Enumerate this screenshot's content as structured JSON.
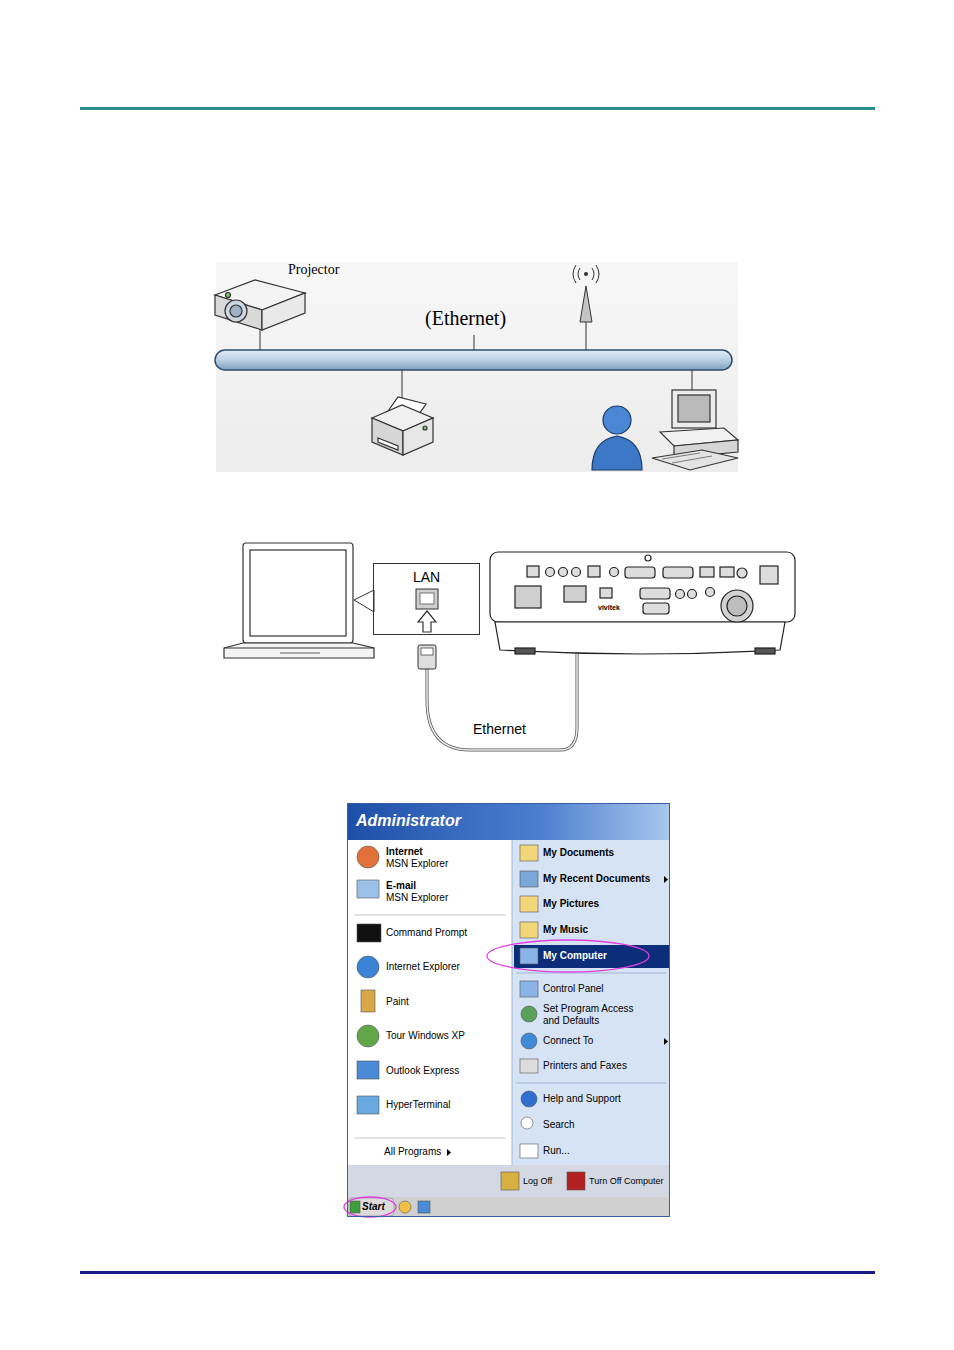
{
  "diagram": {
    "nodes": [
      {
        "text": [
          "LAN"
        ]
      },
      {
        "text": [
          "Administrator"
        ]
      }
    ],
    "labels": [
      "Projector",
      "(Ethernet)",
      "vivitek",
      "Ethernet",
      "Internet",
      "MSN Explorer",
      "E-mail",
      "MSN Explorer",
      "Command Prompt",
      "Internet Explorer",
      "Paint",
      "Tour Windows XP",
      "Outlook Express",
      "HyperTerminal",
      "All Programs",
      "My Documents",
      "My Recent Documents",
      "My Pictures",
      "My Music",
      "My Computer",
      "Control Panel",
      "Set Program Access and Defaults",
      "Connect To",
      "Printers and Faxes",
      "Help and Support",
      "Search",
      "Run...",
      "Log Off",
      "Turn Off Computer",
      "Start"
    ]
  }
}
